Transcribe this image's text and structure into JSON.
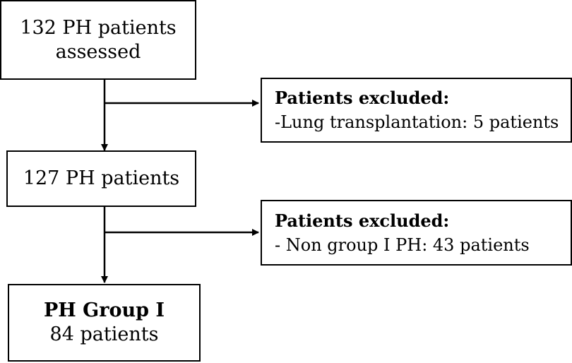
{
  "box_assessed": {
    "line1": "132 PH patients",
    "line2": "assessed"
  },
  "box_excluded_1": {
    "heading": "Patients excluded:",
    "detail": "-Lung transplantation: 5 patients"
  },
  "box_127": {
    "text": "127 PH patients"
  },
  "box_excluded_2": {
    "heading": "Patients excluded:",
    "detail": "- Non group I PH: 43 patients"
  },
  "box_group": {
    "heading": "PH Group I",
    "detail": "84 patients"
  }
}
